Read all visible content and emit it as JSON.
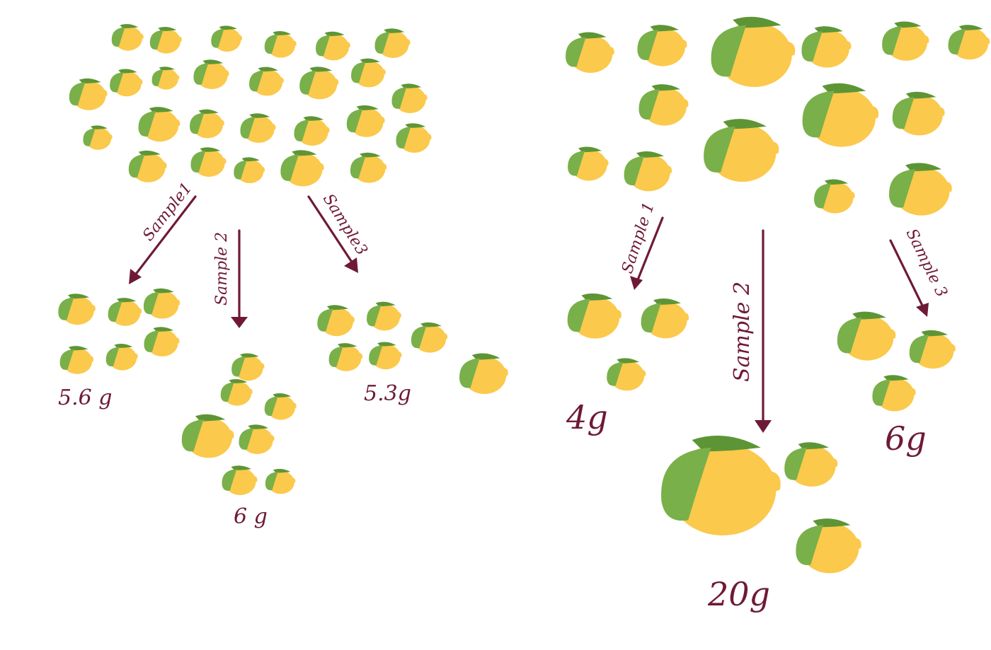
{
  "colors": {
    "lemon": "#fbc94b",
    "lemon_stroke": "#f0b834",
    "leaf": "#79b04a",
    "leaf_dark": "#5d9536",
    "ink": "#6e1a37"
  },
  "icons": {
    "fruit": "lemon-icon",
    "arrow": "arrow-icon"
  },
  "left_panel": {
    "samples": [
      {
        "arrow_label": "Sample1",
        "weight": "5.6 g"
      },
      {
        "arrow_label": "Sample 2",
        "weight": "6 g"
      },
      {
        "arrow_label": "Sample3",
        "weight": "5.3g"
      }
    ]
  },
  "right_panel": {
    "samples": [
      {
        "arrow_label": "Sample 1",
        "weight": "4g"
      },
      {
        "arrow_label": "Sample 2",
        "weight": "20g"
      },
      {
        "arrow_label": "Sample 3",
        "weight": "6g"
      }
    ]
  }
}
